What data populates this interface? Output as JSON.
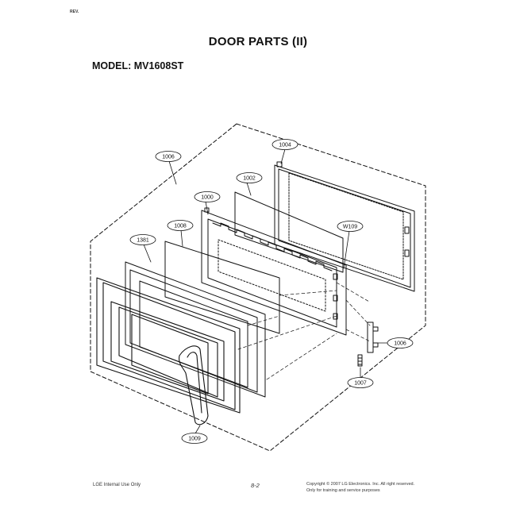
{
  "corner_mark": "REV.",
  "title": "DOOR PARTS (II)",
  "model": "MODEL: MV1608ST",
  "callouts": {
    "c1006_top": "1006",
    "c1004": "1004",
    "c1002": "1002",
    "c1000": "1000",
    "c1008": "1008",
    "cW109": "W109",
    "c1381": "1381",
    "c1006_right": "1006",
    "c1007": "1007",
    "c1009": "1009"
  },
  "footer": {
    "left": "LGE Internal Use Only",
    "page": "8-2",
    "copyright": "Copyright © 2007 LG Electronics. Inc. All right reserved.",
    "training": "Only for training and service purposes"
  }
}
